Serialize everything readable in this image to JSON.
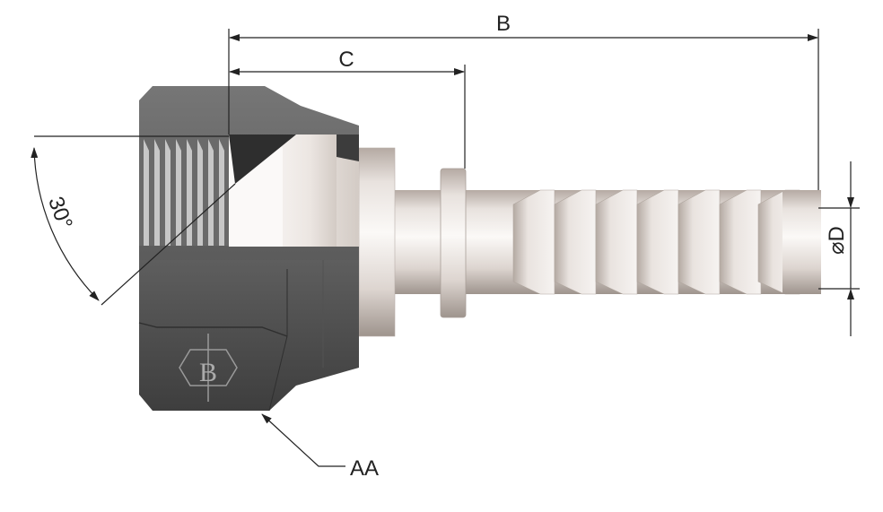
{
  "labels": {
    "length_overall": "B",
    "length_to_collar": "C",
    "diameter_symbol": "⌀",
    "diameter": "D",
    "angle": "30°",
    "hex_callout": "AA",
    "logo_letter": "B"
  },
  "colors": {
    "nut_dark": "#4a4a4a",
    "nut_mid": "#6e6e6e",
    "nut_light": "#8a8a8a",
    "steel_light": "#f4f1ef",
    "steel_mid": "#d9d2cd",
    "steel_dark": "#a99f98",
    "thread_light": "#bdbdbd",
    "line": "#222222"
  }
}
